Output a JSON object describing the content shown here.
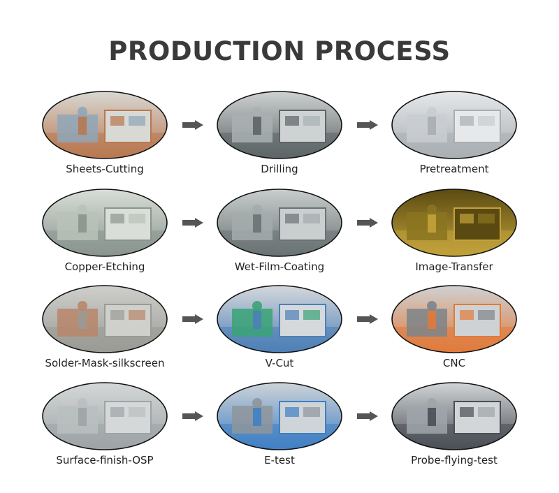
{
  "title": "PRODUCTION PROCESS",
  "accent_color": "#3a3a3a",
  "arrow_color": "#555555",
  "steps": [
    {
      "label": "Sheets-Cutting",
      "icon": "worker-cutting-machine",
      "palette": [
        "#d8d8d4",
        "#b87850",
        "#8fa6b8"
      ]
    },
    {
      "label": "Drilling",
      "icon": "drilling-machine-room",
      "palette": [
        "#cfd2d2",
        "#5c6466",
        "#a8b0b2"
      ]
    },
    {
      "label": "Pretreatment",
      "icon": "pretreatment-line",
      "palette": [
        "#e6e8ea",
        "#a9aeb2",
        "#c9cdd0"
      ]
    },
    {
      "label": "Copper-Etching",
      "icon": "etching-line",
      "palette": [
        "#d9dfd8",
        "#8b958f",
        "#b7c2b8"
      ]
    },
    {
      "label": "Wet-Film-Coating",
      "icon": "coating-line",
      "palette": [
        "#c9cfcf",
        "#6a7273",
        "#a3abac"
      ]
    },
    {
      "label": "Image-Transfer",
      "icon": "yellow-room",
      "palette": [
        "#5a4a12",
        "#c2a23a",
        "#8a7420"
      ]
    },
    {
      "label": "Solder-Mask-silkscreen",
      "icon": "oven-machines",
      "palette": [
        "#cfcfcc",
        "#9a9a96",
        "#b8866a"
      ]
    },
    {
      "label": "V-Cut",
      "icon": "v-cut-machines",
      "palette": [
        "#d6d9dc",
        "#4d7fb6",
        "#3aa376"
      ]
    },
    {
      "label": "CNC",
      "icon": "cnc-machines",
      "palette": [
        "#cfd2d4",
        "#e07a3a",
        "#7d8489"
      ]
    },
    {
      "label": "Surface-finish-OSP",
      "icon": "osp-line",
      "palette": [
        "#d5d8d8",
        "#9ea4a6",
        "#b9bfc0"
      ]
    },
    {
      "label": "E-test",
      "icon": "e-test-operators",
      "palette": [
        "#cfd4d8",
        "#3f7fc4",
        "#8e959b"
      ]
    },
    {
      "label": "Probe-flying-test",
      "icon": "flying-probe-tester",
      "palette": [
        "#d3d6d8",
        "#4a4f55",
        "#9fa6aa"
      ]
    }
  ]
}
